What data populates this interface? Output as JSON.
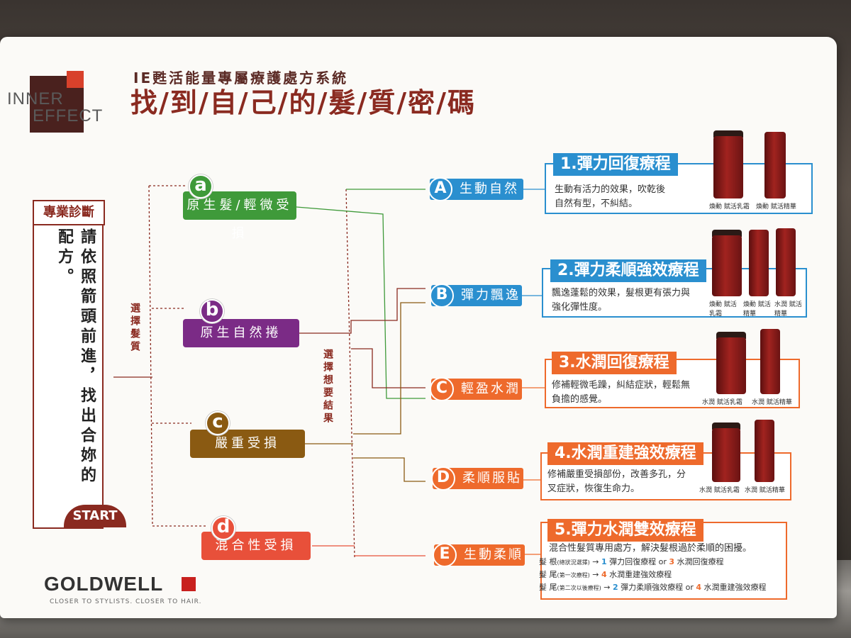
{
  "brand": {
    "logo_line1": "INNER",
    "logo_line2": "EFFECT",
    "subtitle": "IE甦活能量專屬療護處方系統",
    "title": "找/到/自/己/的/髮/質/密/碼",
    "goldwell": "GOLDWELL",
    "tagline": "CLOSER TO STYLISTS. CLOSER TO HAIR."
  },
  "diagnosis": {
    "header": "專業診斷",
    "instruction": "請依照箭頭前進，找出合妳的配方。",
    "start": "START",
    "select_hair": "選擇髮質",
    "select_result": "選擇想要結果"
  },
  "hair_types": [
    {
      "letter": "a",
      "label": "原生髮/輕微受損",
      "color": "#3f9a3a"
    },
    {
      "letter": "b",
      "label": "原生自然捲",
      "color": "#7b2b86"
    },
    {
      "letter": "c",
      "label": "嚴重受損",
      "color": "#8a5a12"
    },
    {
      "letter": "d",
      "label": "混合性受損",
      "color": "#e8503a"
    }
  ],
  "results": [
    {
      "letter": "A",
      "label": "生動自然",
      "color": "#2a8fcf"
    },
    {
      "letter": "B",
      "label": "彈力飄逸",
      "color": "#2a8fcf"
    },
    {
      "letter": "C",
      "label": "輕盈水潤",
      "color": "#ee6a2c"
    },
    {
      "letter": "D",
      "label": "柔順服貼",
      "color": "#ee6a2c"
    },
    {
      "letter": "E",
      "label": "生動柔順",
      "color": "#ee6a2c"
    }
  ],
  "treatments": [
    {
      "name": "1.彈力回復療程",
      "desc1": "生動有活力的效果，吹乾後",
      "desc2": "自然有型，不糾結。",
      "products": [
        "煥動 賦活乳霜",
        "煥動 賦活精華"
      ],
      "color": "#2a8fcf"
    },
    {
      "name": "2.彈力柔順強效療程",
      "desc1": "飄逸蓬鬆的效果，髮根更有張力與",
      "desc2": "強化彈性度。",
      "products": [
        "煥動 賦活乳霜",
        "煥動 賦活精華",
        "水潤 賦活精華"
      ],
      "color": "#2a8fcf"
    },
    {
      "name": "3.水潤回復療程",
      "desc1": "修補輕微毛躁，糾結症狀，輕鬆無",
      "desc2": "負擔的感覺。",
      "products": [
        "水潤 賦活乳霜",
        "水潤 賦活精華"
      ],
      "color": "#ee6a2c"
    },
    {
      "name": "4.水潤重建強效療程",
      "desc1": "修補嚴重受損部份，改善多孔，分",
      "desc2": "叉症狀，恢復生命力。",
      "products": [
        "水潤 賦活乳霜",
        "水潤 賦活精華"
      ],
      "color": "#ee6a2c"
    },
    {
      "name": "5.彈力水潤雙效療程",
      "desc1": "混合性髮質專用處方，解決髮根過於柔順的困擾。",
      "desc2": "",
      "products": [],
      "color": "#ee6a2c"
    }
  ],
  "legend": [
    {
      "part": "髮 根",
      "note": "(總狀況選擇)",
      "arrow": "→",
      "num": "1",
      "text": "彈力回復療程",
      "or": "or",
      "num2": "3",
      "text2": "水潤回復療程"
    },
    {
      "part": "髮 尾",
      "note": "(第一次療程)",
      "arrow": "→",
      "num": "4",
      "text": "水潤重建強效療程",
      "or": "",
      "num2": "",
      "text2": ""
    },
    {
      "part": "髮 尾",
      "note": "(第二次以後療程)",
      "arrow": "→",
      "num": "2",
      "text": "彈力柔順強效療程",
      "or": "or",
      "num2": "4",
      "text2": "水潤重建強效療程"
    }
  ]
}
